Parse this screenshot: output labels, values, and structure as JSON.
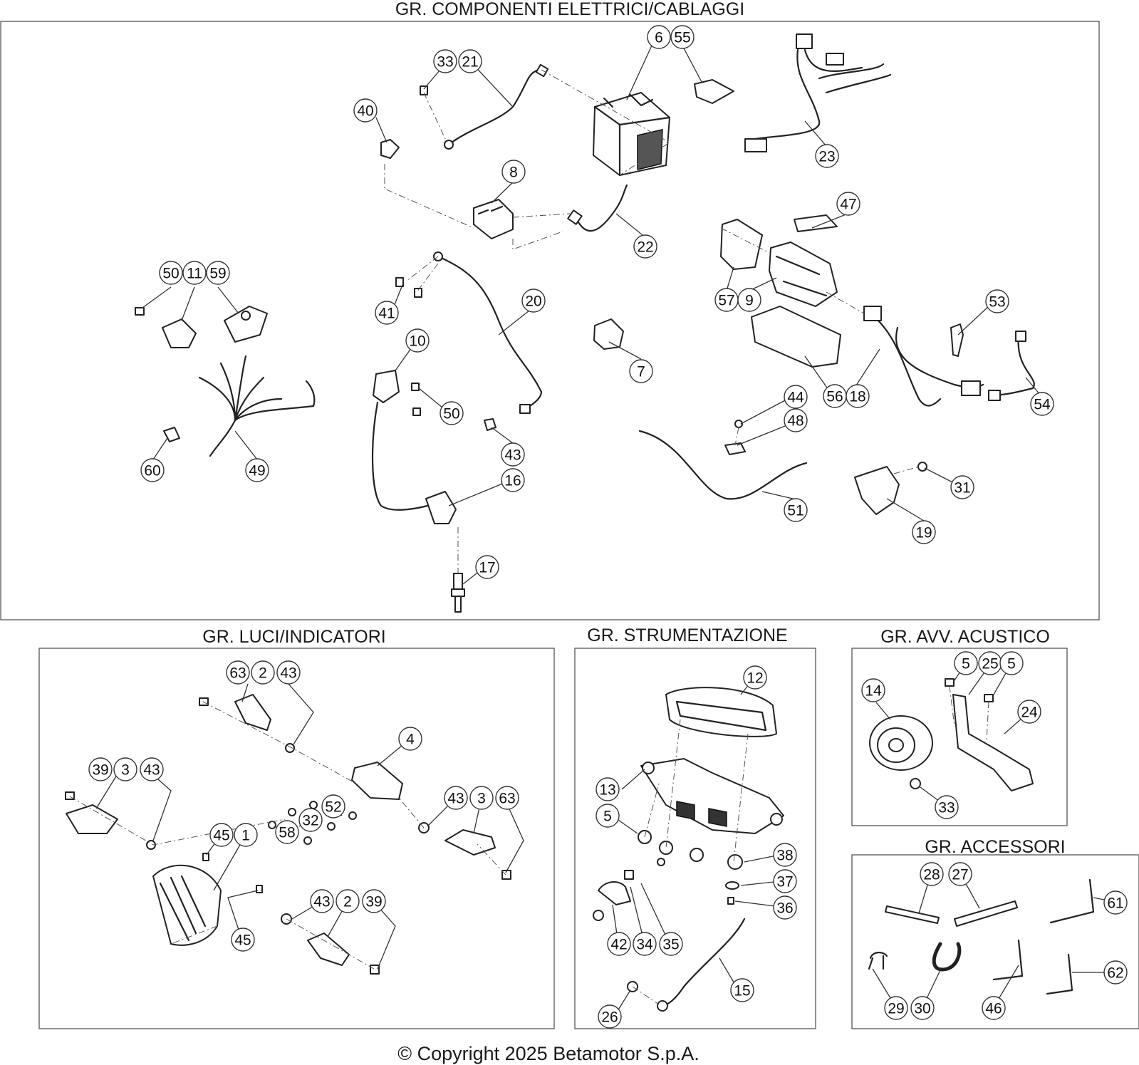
{
  "sections": {
    "electrical": {
      "title": "GR. COMPONENTI ELETTRICI/CABLAGGI"
    },
    "lights": {
      "title": "GR. LUCI/INDICATORI"
    },
    "instruments": {
      "title": "GR. STRUMENTAZIONE"
    },
    "horn": {
      "title": "GR. AVV. ACUSTICO"
    },
    "accessories": {
      "title": "GR. ACCESSORI"
    }
  },
  "copyright": "© Copyright 2025 Betamotor S.p.A.",
  "callouts": [
    "6",
    "55",
    "33",
    "21",
    "40",
    "23",
    "8",
    "22",
    "47",
    "50",
    "11",
    "59",
    "57",
    "9",
    "53",
    "41",
    "20",
    "10",
    "7",
    "56",
    "18",
    "54",
    "44",
    "48",
    "50",
    "60",
    "49",
    "43",
    "16",
    "51",
    "31",
    "19",
    "17",
    "63",
    "2",
    "43",
    "4",
    "39",
    "3",
    "43",
    "43",
    "3",
    "63",
    "52",
    "32",
    "45",
    "1",
    "58",
    "45",
    "43",
    "2",
    "39",
    "12",
    "13",
    "5",
    "38",
    "37",
    "36",
    "42",
    "34",
    "35",
    "15",
    "26",
    "5",
    "25",
    "5",
    "14",
    "24",
    "33",
    "28",
    "27",
    "61",
    "62",
    "29",
    "30",
    "46"
  ]
}
